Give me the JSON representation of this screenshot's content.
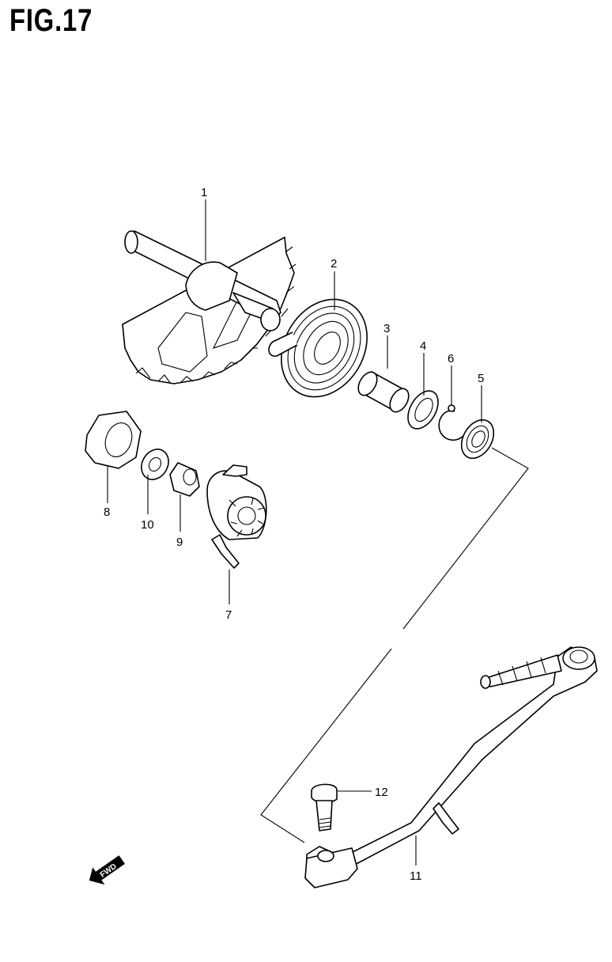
{
  "figure": {
    "title": "FIG.17"
  },
  "callouts": [
    {
      "id": "1",
      "label": "1"
    },
    {
      "id": "2",
      "label": "2"
    },
    {
      "id": "3",
      "label": "3"
    },
    {
      "id": "4",
      "label": "4"
    },
    {
      "id": "5",
      "label": "5"
    },
    {
      "id": "6",
      "label": "6"
    },
    {
      "id": "7",
      "label": "7"
    },
    {
      "id": "8",
      "label": "8"
    },
    {
      "id": "9",
      "label": "9"
    },
    {
      "id": "10",
      "label": "10"
    },
    {
      "id": "11",
      "label": "11"
    },
    {
      "id": "12",
      "label": "12"
    }
  ],
  "forward_marker": {
    "label": "FWD",
    "icon": "forward-arrow-icon"
  }
}
